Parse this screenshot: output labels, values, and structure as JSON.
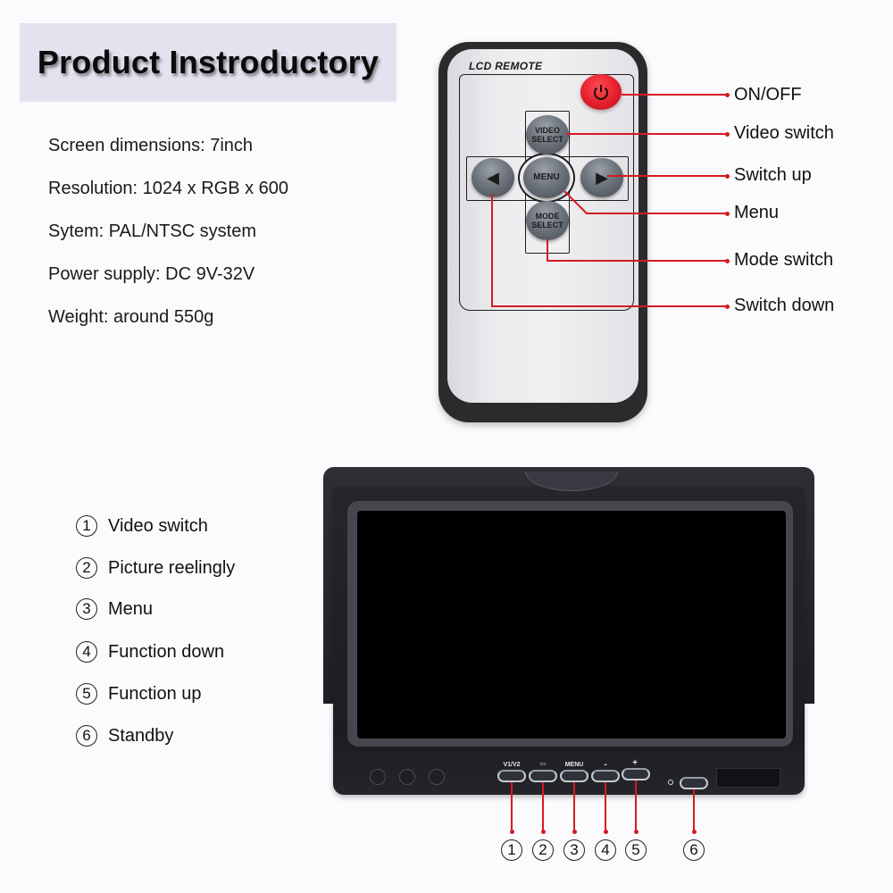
{
  "title": "Product Instroductory",
  "specs": [
    "Screen dimensions: 7inch",
    "Resolution: 1024 x RGB x 600",
    "Sytem: PAL/NTSC system",
    "Power supply: DC 9V-32V",
    "Weight: around 550g"
  ],
  "remote": {
    "brand": "LCD REMOTE",
    "buttons": {
      "video_select": "VIDEO SELECT",
      "menu": "MENU",
      "mode_select": "MODE SELECT",
      "left_arrow": "◀",
      "right_arrow": "▶"
    },
    "callouts": [
      "ON/OFF",
      "Video switch",
      "Switch up",
      "Menu",
      "Mode switch",
      "Switch down"
    ]
  },
  "monitor": {
    "button_labels": [
      "V1/V2",
      "▭",
      "MENU",
      "-",
      "+",
      ""
    ],
    "legend": [
      {
        "num": "1",
        "label": "Video switch"
      },
      {
        "num": "2",
        "label": "Picture reelingly"
      },
      {
        "num": "3",
        "label": "Menu"
      },
      {
        "num": "4",
        "label": "Function down"
      },
      {
        "num": "5",
        "label": "Function up"
      },
      {
        "num": "6",
        "label": "Standby"
      }
    ]
  },
  "colors": {
    "accent_red": "#d51a22",
    "power_button": "#e11c2a",
    "title_banner": "#e3e3f0"
  }
}
